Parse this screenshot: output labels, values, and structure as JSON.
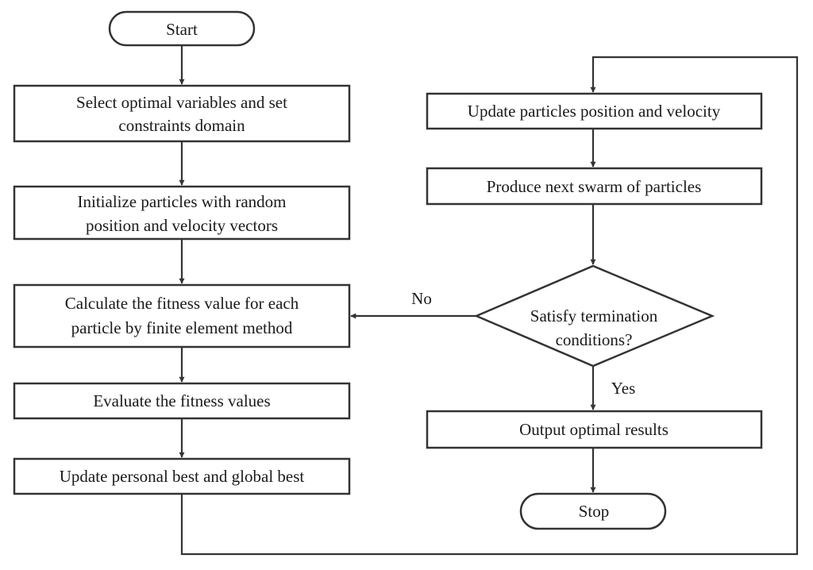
{
  "nodes": {
    "start": "Start",
    "select_line1": "Select optimal variables and set",
    "select_line2": "constraints domain",
    "init_line1": "Initialize particles with random",
    "init_line2": "position and velocity vectors",
    "calc_line1": "Calculate the fitness value for each",
    "calc_line2": "particle by finite element method",
    "evaluate": "Evaluate the fitness values",
    "update_best": "Update personal best and global best",
    "update_particles": "Update particles position  and velocity",
    "produce": "Produce next swarm of particles",
    "decision_line1": "Satisfy termination",
    "decision_line2": "conditions?",
    "output": "Output optimal results",
    "stop": "Stop"
  },
  "edge_labels": {
    "no": "No",
    "yes": "Yes"
  }
}
